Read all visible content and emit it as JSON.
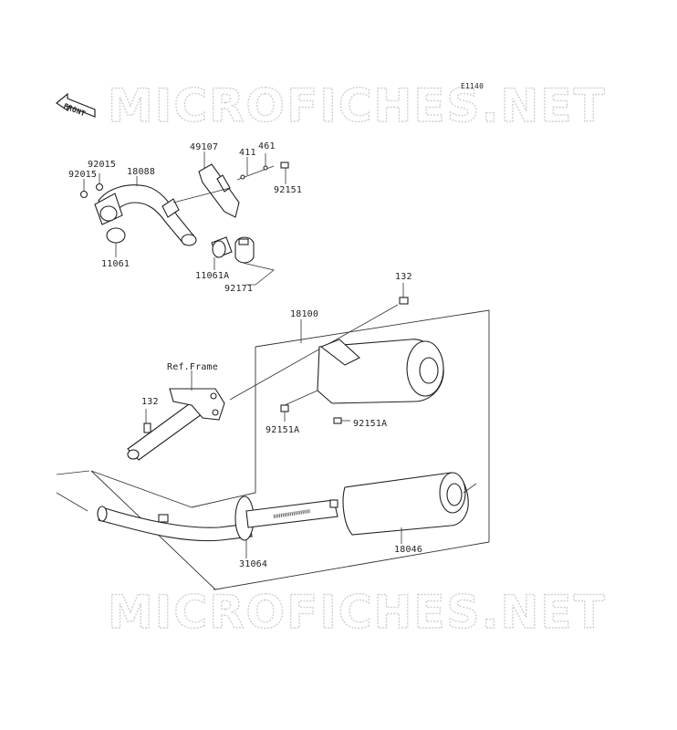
{
  "diagram": {
    "code": "E1140",
    "front_label": "FRONT",
    "watermark": "MICROFICHES.NET",
    "ref_frame": "Ref.Frame",
    "parts": {
      "p92015a": "92015",
      "p92015b": "92015",
      "p18088": "18088",
      "p49107": "49107",
      "p411": "411",
      "p461": "461",
      "p92151": "92151",
      "p11061": "11061",
      "p11061A": "11061A",
      "p92171": "92171",
      "p132top": "132",
      "p18100": "18100",
      "p132left": "132",
      "p92151A_left": "92151A",
      "p92151A_right": "92151A",
      "p18046": "18046",
      "p31064": "31064"
    }
  }
}
